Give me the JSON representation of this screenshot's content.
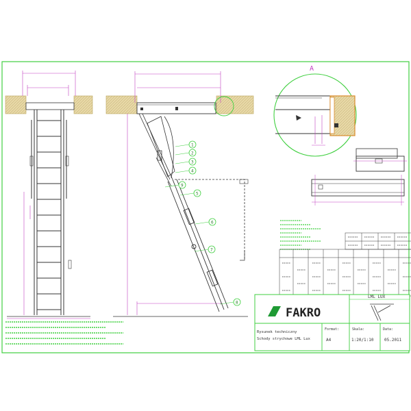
{
  "brand": {
    "name": "FAKRO"
  },
  "title_block": {
    "title_line1": "Rysunek techniczny",
    "title_line2": "Schody strychowe LML Lux",
    "labels": [
      "Format:",
      "Skala:",
      "Data:"
    ],
    "values": [
      "A4",
      "1:20/1:10",
      "05.2011"
    ],
    "product_label": "LML LUX"
  },
  "detail": {
    "marker": "A"
  },
  "callouts": [
    "1",
    "2",
    "3",
    "4",
    "5",
    "6",
    "7",
    "8",
    "9"
  ],
  "colors": {
    "frame": "#3fcf3f",
    "dimension": "#c23fc2",
    "line": "#333333",
    "wood": "#e8d9a8",
    "logo_green": "#1e9a34",
    "accent_orange": "#d98a2b"
  }
}
